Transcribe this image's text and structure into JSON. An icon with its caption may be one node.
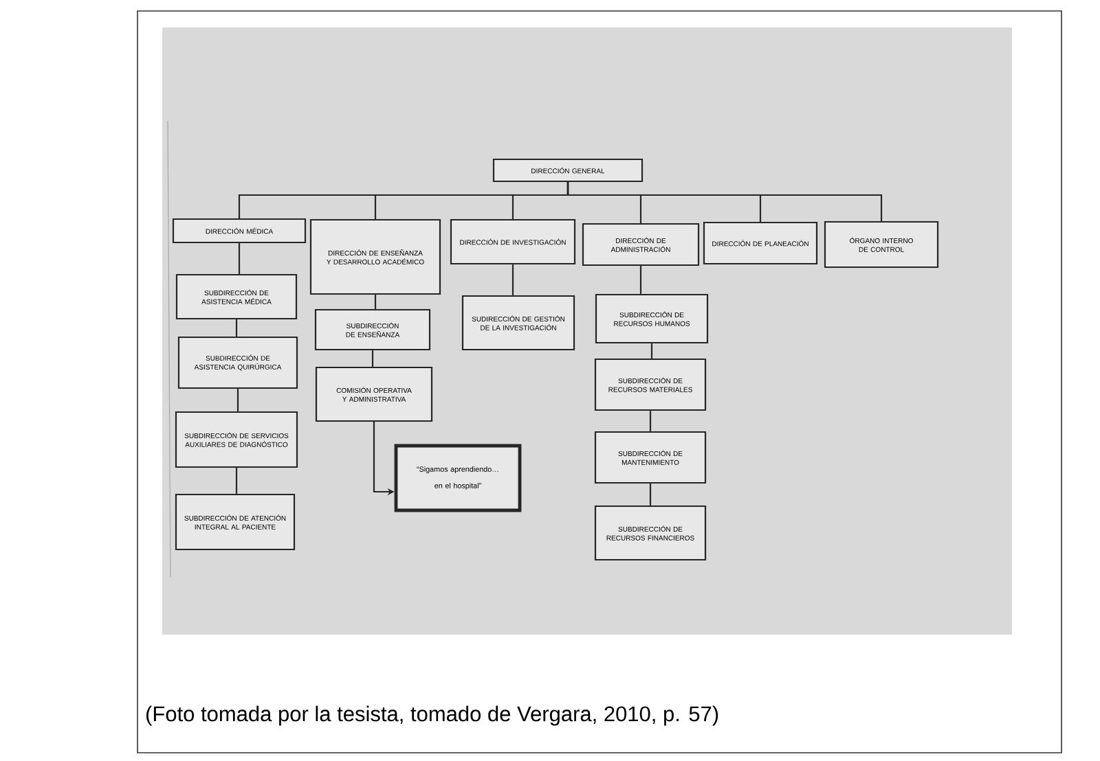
{
  "diagram": {
    "caption": "(Foto tomada por la tesista, tomado de Vergara, 2010, p. 57)",
    "nodes": [
      {
        "text": [
          "DIRECCIÓN GENERAL"
        ]
      },
      {
        "text": [
          "DIRECCIÓN MÉDICA"
        ]
      },
      {
        "text": [
          "DIRECCIÓN DE ENSEÑANZA Y DESARROLLO ACADÉMICO"
        ]
      },
      {
        "text": [
          "DIRECCIÓN DE INVESTIGACIÓN"
        ]
      },
      {
        "text": [
          "DIRECCIÓN DE ADMINISTRACIÓN"
        ]
      },
      {
        "text": [
          "DIRECCIÓN DE PLANEACIÓN"
        ]
      },
      {
        "text": [
          "ÓRGANO INTERNO DE CONTROL"
        ]
      },
      {
        "text": [
          "SUBDIRECCIÓN DE ASISTENCIA MÉDICA"
        ]
      },
      {
        "text": [
          "SUBDIRECCIÓN DE ASISTENCIA QUIRÚRGICA"
        ]
      },
      {
        "text": [
          "SUBDIRECCIÓN DE SERVICIOS AUXILIARES DE DIAGNÓSTICO"
        ]
      },
      {
        "text": [
          "SUBDIRECCIÓN DE ATENCIÓN INTEGRAL AL PACIENTE"
        ]
      },
      {
        "text": [
          "SUBDIRECCIÓN DE ENSEÑANZA"
        ]
      },
      {
        "text": [
          "COMISIÓN OPERATIVA Y ADMINISTRATIVA"
        ]
      },
      {
        "text": [
          "“Sigamos aprendiendo…",
          "en el hospital”"
        ]
      },
      {
        "text": [
          "SUDIRECCIÓN DE GESTIÓN DE LA INVESTIGACIÓN"
        ]
      },
      {
        "text": [
          "SUBDIRECCIÓN DE RECURSOS HUMANOS"
        ]
      },
      {
        "text": [
          "SUBDIRECCIÓN DE RECURSOS MATERIALES"
        ]
      },
      {
        "text": [
          "SUBDIRECCIÓN DE MANTENIMIENTO"
        ]
      },
      {
        "text": [
          "SUBDIRECCIÓN DE RECURSOS FINANCIEROS"
        ]
      }
    ],
    "edges": [
      {
        "from": 0,
        "to": 1,
        "arrow": "none"
      },
      {
        "from": 0,
        "to": 2,
        "arrow": "none"
      },
      {
        "from": 0,
        "to": 3,
        "arrow": "none"
      },
      {
        "from": 0,
        "to": 4,
        "arrow": "none"
      },
      {
        "from": 0,
        "to": 5,
        "arrow": "none"
      },
      {
        "from": 0,
        "to": 6,
        "arrow": "none"
      },
      {
        "from": 1,
        "to": 7,
        "arrow": "none"
      },
      {
        "from": 7,
        "to": 8,
        "arrow": "none"
      },
      {
        "from": 8,
        "to": 9,
        "arrow": "none"
      },
      {
        "from": 9,
        "to": 10,
        "arrow": "none"
      },
      {
        "from": 2,
        "to": 11,
        "arrow": "none"
      },
      {
        "from": 11,
        "to": 12,
        "arrow": "none"
      },
      {
        "from": 12,
        "to": 13,
        "arrow": "to"
      },
      {
        "from": 3,
        "to": 14,
        "arrow": "none"
      },
      {
        "from": 4,
        "to": 15,
        "arrow": "none"
      },
      {
        "from": 15,
        "to": 16,
        "arrow": "none"
      },
      {
        "from": 16,
        "to": 17,
        "arrow": "none"
      },
      {
        "from": 17,
        "to": 18,
        "arrow": "none"
      }
    ]
  }
}
